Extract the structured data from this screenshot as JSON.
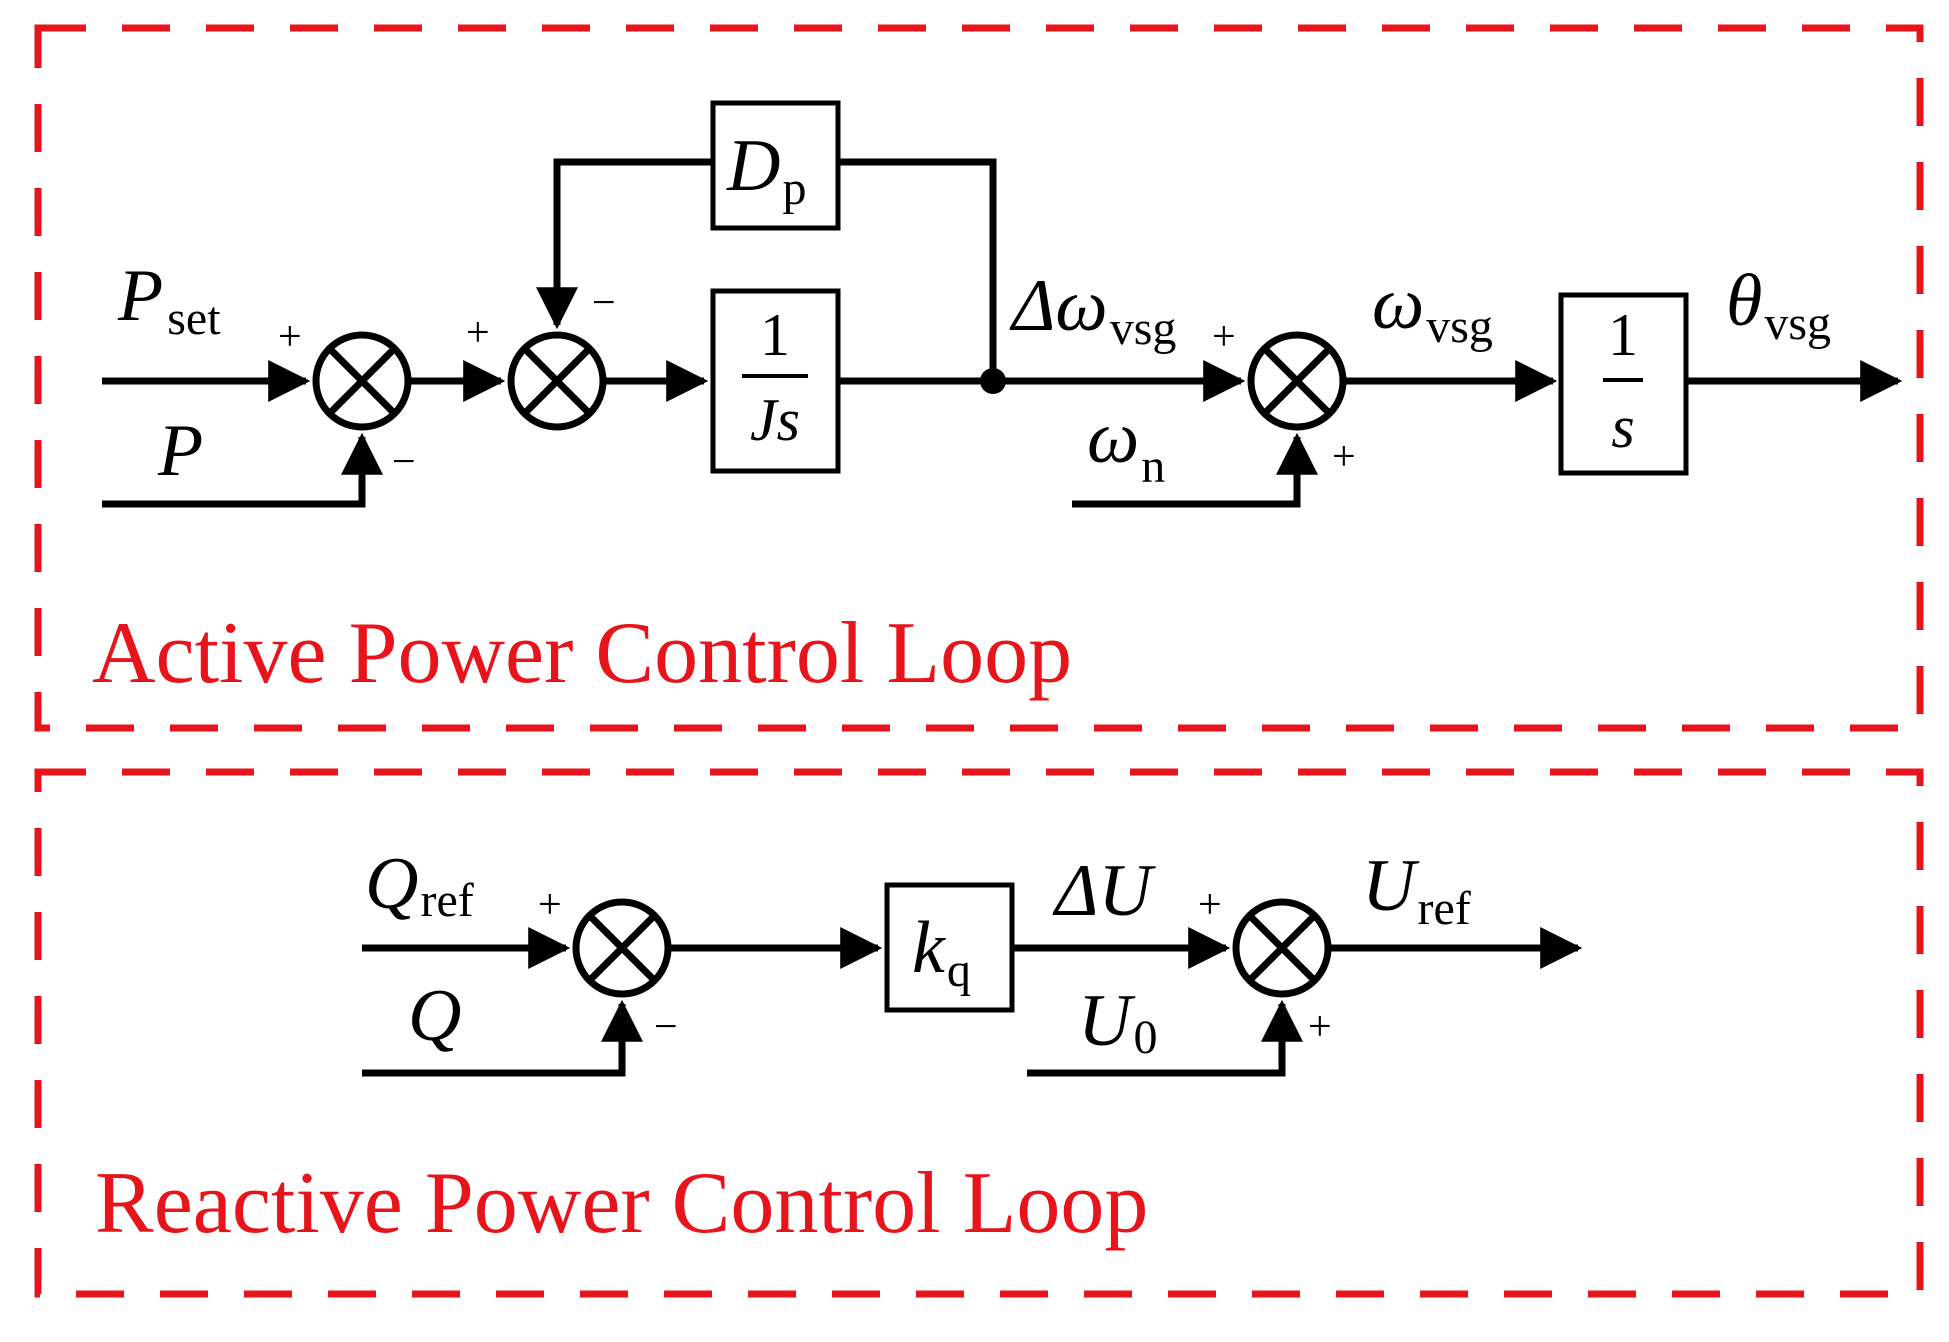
{
  "colors": {
    "border": "#e8141c",
    "loop_title": "#e8141c",
    "lines": "#000000"
  },
  "active_loop": {
    "title": "Active Power Control Loop",
    "input_p_set": {
      "symbol": "P",
      "subscript": "set"
    },
    "input_p": {
      "symbol": "P"
    },
    "damping_block": {
      "symbol": "D",
      "subscript": "p"
    },
    "inertia_block": {
      "numerator": "1",
      "denominator": "Js"
    },
    "delta_omega": {
      "symbol": "Δω",
      "subscript": "vsg"
    },
    "omega_n": {
      "symbol": "ω",
      "subscript": "n"
    },
    "omega_vsg": {
      "symbol": "ω",
      "subscript": "vsg"
    },
    "integrator_block": {
      "numerator": "1",
      "denominator": "s"
    },
    "theta_out": {
      "symbol": "θ",
      "subscript": "vsg"
    },
    "sum1_signs": {
      "left": "+",
      "bottom": "−"
    },
    "sum2_signs": {
      "left": "+",
      "top": "−"
    },
    "sum3_signs": {
      "left": "+",
      "bottom": "+"
    }
  },
  "reactive_loop": {
    "title": "Reactive Power Control Loop",
    "input_q_ref": {
      "symbol": "Q",
      "subscript": "ref"
    },
    "input_q": {
      "symbol": "Q"
    },
    "gain_block": {
      "symbol": "k",
      "subscript": "q"
    },
    "delta_u": {
      "symbol": "ΔU"
    },
    "u0": {
      "symbol": "U",
      "subscript": "0"
    },
    "u_ref": {
      "symbol": "U",
      "subscript": "ref"
    },
    "sum1_signs": {
      "left": "+",
      "bottom": "−"
    },
    "sum2_signs": {
      "left": "+",
      "bottom": "+"
    }
  }
}
